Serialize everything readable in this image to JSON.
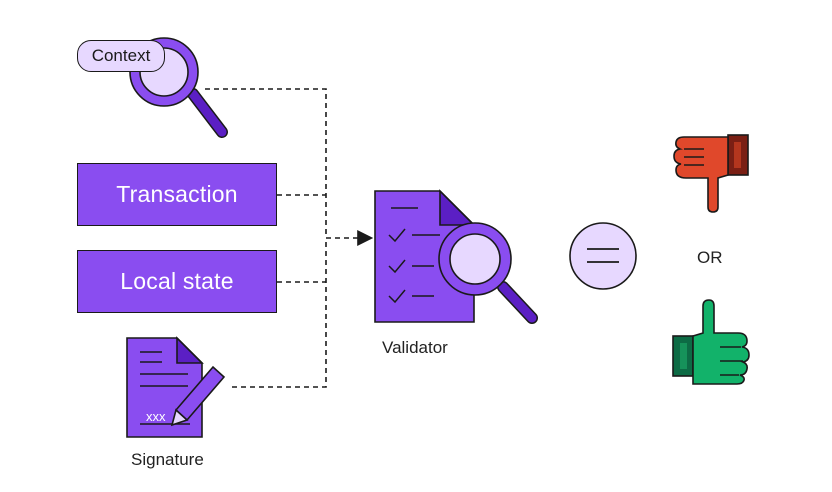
{
  "context": {
    "label": "Context"
  },
  "inputs": {
    "transaction": "Transaction",
    "local_state": "Local state",
    "signature": "Signature",
    "signature_mark": "xxx"
  },
  "validator": {
    "label": "Validator"
  },
  "outcome": {
    "or_label": "OR"
  },
  "colors": {
    "purple": "#8a4df0",
    "lavender": "#e7d8ff",
    "dark_purple": "#5b1fc4",
    "red": "#e0482b",
    "green": "#12b26a",
    "outline": "#1a1a1a"
  }
}
